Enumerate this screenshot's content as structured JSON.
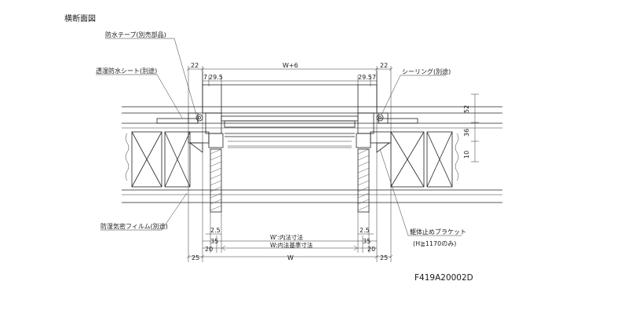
{
  "title": "横断面図",
  "drawing_code": "F419A20002D",
  "callouts": {
    "waterproof_tape": "防水テープ(別売部品)",
    "moisture_sheet": "透湿防水シート(別途)",
    "sealing": "シーリング(別途)",
    "vapor_film": "防湿気密フィルム(別途)",
    "bracket": "躯体止めブラケット",
    "bracket_note": "(H≧1170のみ)"
  },
  "dimensions": {
    "top_left": "22",
    "top_center": "W+6",
    "top_right": "22",
    "left_7": "7",
    "left_29_5": "29.5",
    "right_29_5": "29.5",
    "right_7": "7",
    "right_52": "52",
    "right_36": "36",
    "right_10": "10",
    "left_2_5": "2.5",
    "right_2_5": "2.5",
    "w_prime": "W':内法寸法",
    "left_35": "35",
    "right_35": "35",
    "left_20": "20",
    "right_20": "20",
    "w_inner": "W:内法基準寸法",
    "left_25": "25",
    "right_25": "25",
    "w_total": "W"
  }
}
